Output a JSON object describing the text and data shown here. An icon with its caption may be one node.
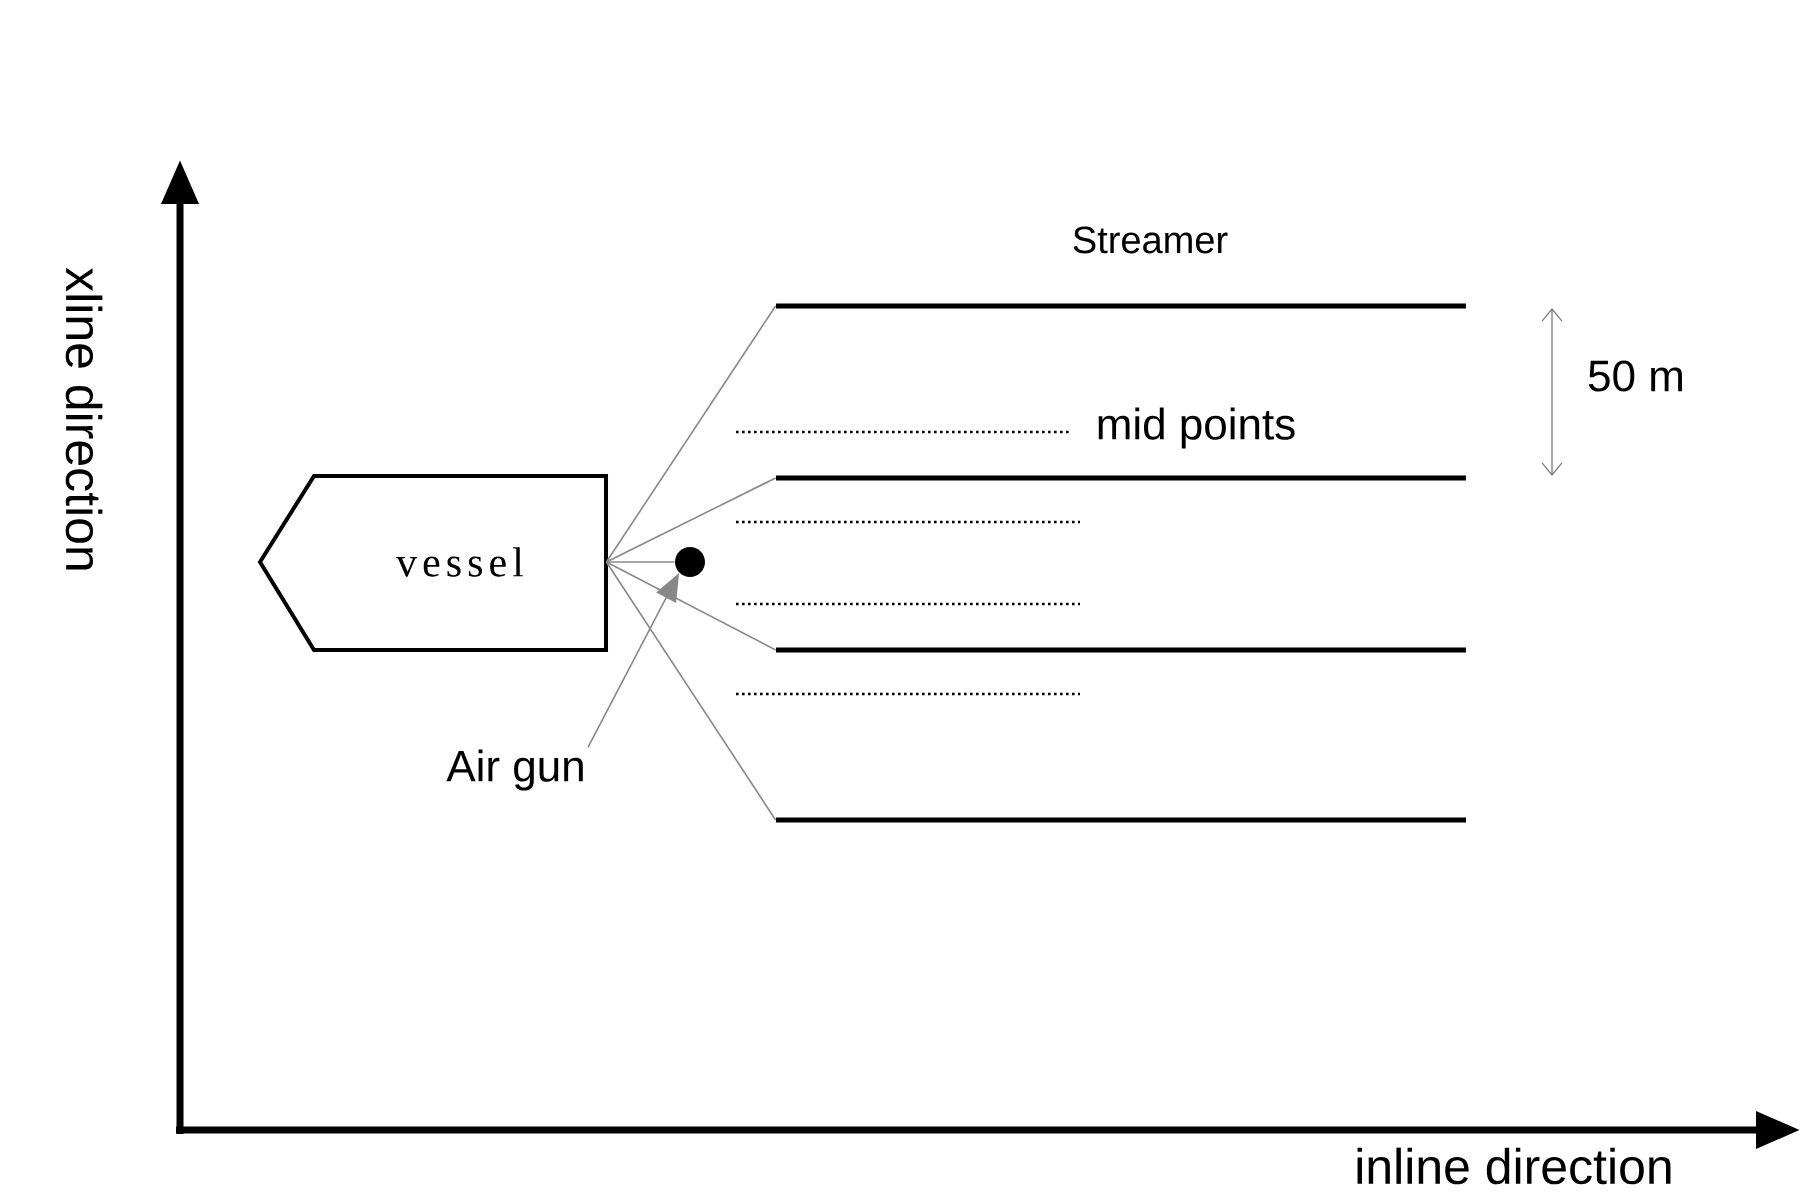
{
  "diagram": {
    "nodes": [
      {
        "text": [
          "vessel"
        ]
      },
      {
        "text": [],
        "shape": "circle"
      },
      {
        "text": [],
        "shape": "bar"
      },
      {
        "text": [],
        "shape": "bar"
      },
      {
        "text": [],
        "shape": "bar"
      },
      {
        "text": [],
        "shape": "bar"
      },
      {
        "text": [
          "Air gun"
        ]
      }
    ],
    "edges": [
      {
        "from": 0,
        "to": 2,
        "arrow": "none",
        "color": "#888888"
      },
      {
        "from": 0,
        "to": 3,
        "arrow": "none",
        "color": "#888888"
      },
      {
        "from": 0,
        "to": 1,
        "arrow": "none",
        "color": "#888888"
      },
      {
        "from": 0,
        "to": 4,
        "arrow": "none",
        "color": "#888888"
      },
      {
        "from": 0,
        "to": 5,
        "arrow": "none",
        "color": "#888888"
      },
      {
        "from": 6,
        "to": 1,
        "arrow": "to",
        "color": "#888888"
      }
    ],
    "labels": [
      "Streamer",
      "mid points",
      "50 m",
      "xline direction",
      "inline direction"
    ]
  }
}
